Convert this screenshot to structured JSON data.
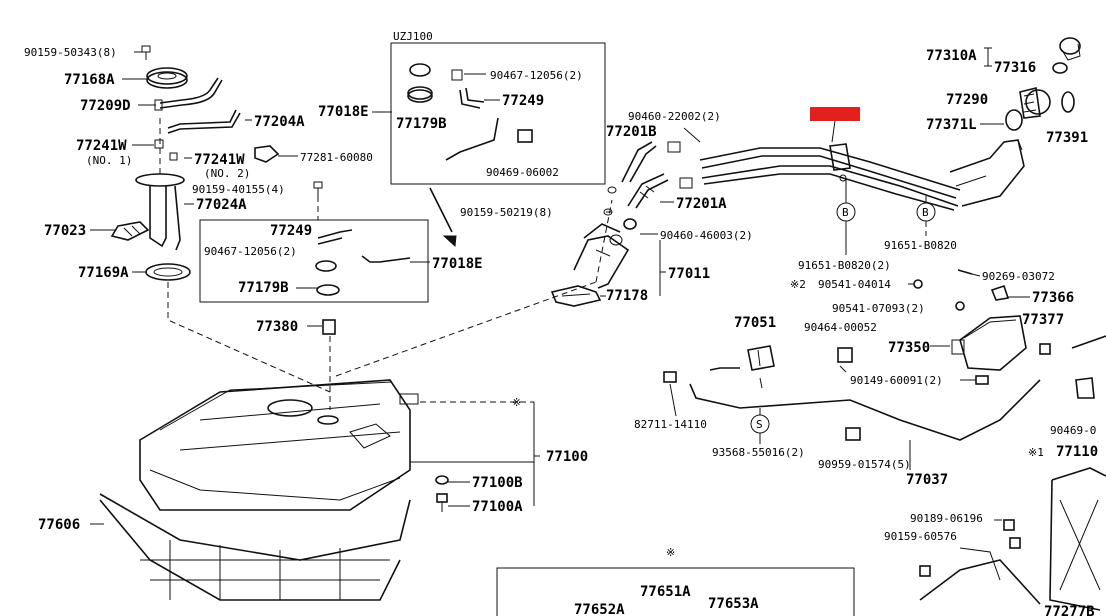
{
  "header_text": "UZJ100",
  "callouts": {
    "c1": "90159-50343(8)",
    "c2": "77168A",
    "c3": "77209D",
    "c4": "77204A",
    "c5": "77241W",
    "c6": "(NO. 1)",
    "c7": "77241W",
    "c8": "(NO. 2)",
    "c9": "77281-60080",
    "c10": "90159-40155(4)",
    "c11": "77024A",
    "c12": "77023",
    "c13": "77249",
    "c14": "90467-12056(2)",
    "c15": "77018E",
    "c16": "77169A",
    "c17": "77179B",
    "c18": "77380",
    "c19": "77018E",
    "c20": "90467-12056(2)",
    "c21": "77249",
    "c22": "77179B",
    "c23": "90469-06002",
    "c24": "90159-50219(8)",
    "c25": "90460-22002(2)",
    "c26": "77201B",
    "c27": "77201A",
    "c28": "90460-46003(2)",
    "c29": "77011",
    "c30": "77178",
    "c31": "77310A",
    "c32": "77316",
    "c33": "77290",
    "c34": "77371L",
    "c35": "77391",
    "c36": "91651-B0820(2)",
    "c37": "91651-B0820",
    "c38": "※2",
    "c39": "90541-04014",
    "c40": "90269-03072",
    "c41": "90541-07093(2)",
    "c42": "77366",
    "c43": "77051",
    "c44": "90464-00052",
    "c45": "77377",
    "c46": "77350",
    "c47": "90149-60091(2)",
    "c48": "82711-14110",
    "c49": "93568-55016(2)",
    "c50": "90959-01574(5)",
    "c51": "77037",
    "c52": "90469-0",
    "c53": "※1",
    "c54": "77110",
    "c55": "77100",
    "c56": "77100B",
    "c57": "77100A",
    "c58": "77606",
    "c59": "90189-06196",
    "c60": "90159-60576",
    "c61": "77651A",
    "c62": "77652A",
    "c63": "77653A",
    "c64": "77277B",
    "star1": "※",
    "star2": "※",
    "circB1": "B",
    "circB2": "B",
    "circS": "S"
  },
  "highlight_color": "#e3201b"
}
